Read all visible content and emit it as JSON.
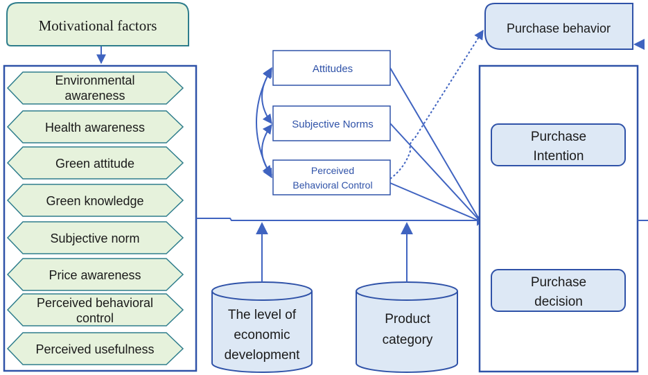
{
  "motivational_factors": {
    "title": "Motivational factors",
    "items": [
      {
        "line1": "Environmental",
        "line2": "awareness"
      },
      {
        "line1": "Health awareness",
        "line2": ""
      },
      {
        "line1": "Green attitude",
        "line2": ""
      },
      {
        "line1": "Green knowledge",
        "line2": ""
      },
      {
        "line1": "Subjective norm",
        "line2": ""
      },
      {
        "line1": "Price awareness",
        "line2": ""
      },
      {
        "line1": "Perceived behavioral",
        "line2": "control"
      },
      {
        "line1": "Perceived usefulness",
        "line2": ""
      }
    ]
  },
  "tpb": {
    "attitudes": "Attitudes",
    "subjective_norms": "Subjective Norms",
    "pbc_line1": "Perceived",
    "pbc_line2": "Behavioral Control"
  },
  "moderators": {
    "economic": {
      "line1": "The level of",
      "line2": "economic",
      "line3": "development"
    },
    "product": {
      "line1": "Product",
      "line2": "category"
    }
  },
  "outcomes": {
    "purchase_behavior": "Purchase behavior",
    "purchase_intention": {
      "line1": "Purchase",
      "line2": "Intention"
    },
    "purchase_decision": {
      "line1": "Purchase",
      "line2": "decision"
    }
  },
  "colors": {
    "line_blue": "#3f63c0",
    "box_border": "#2f52a8",
    "green_fill": "#e6f2dc",
    "green_border": "#2e7d8c",
    "light_blue_fill": "#dde8f5"
  }
}
